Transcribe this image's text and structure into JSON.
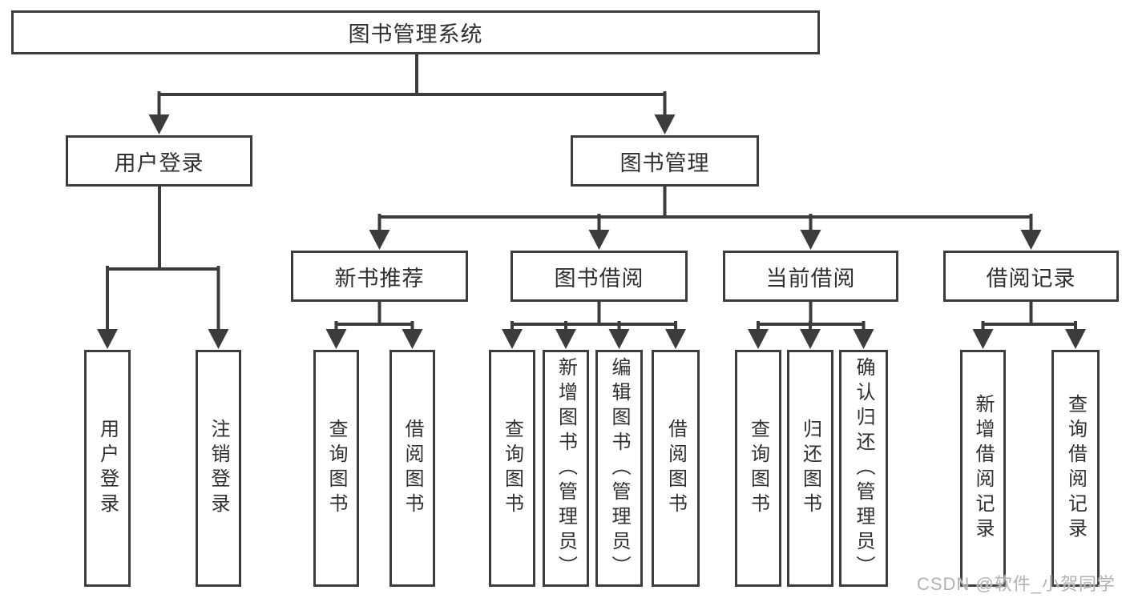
{
  "diagram": {
    "root": {
      "id": "library-management-system",
      "label": "图书管理系统"
    },
    "level2": [
      {
        "id": "user-login",
        "label": "用户登录",
        "parent": "library-management-system"
      },
      {
        "id": "book-management",
        "label": "图书管理",
        "parent": "library-management-system"
      }
    ],
    "level3": [
      {
        "id": "new-book-recommend",
        "label": "新书推荐",
        "parent": "book-management"
      },
      {
        "id": "book-borrowing",
        "label": "图书借阅",
        "parent": "book-management"
      },
      {
        "id": "current-borrowing",
        "label": "当前借阅",
        "parent": "book-management"
      },
      {
        "id": "borrowing-records",
        "label": "借阅记录",
        "parent": "book-management"
      }
    ],
    "leaves": [
      {
        "id": "user-login-leaf",
        "label": "用户登录",
        "parent": "user-login"
      },
      {
        "id": "logout",
        "label": "注销登录",
        "parent": "user-login"
      },
      {
        "id": "query-books-recommend",
        "label": "查询图书",
        "parent": "new-book-recommend"
      },
      {
        "id": "borrow-books-recommend",
        "label": "借阅图书",
        "parent": "new-book-recommend"
      },
      {
        "id": "query-books-borrowing",
        "label": "查询图书",
        "parent": "book-borrowing"
      },
      {
        "id": "add-books-admin",
        "label": "新增图书（管理员）",
        "parent": "book-borrowing"
      },
      {
        "id": "edit-books-admin",
        "label": "编辑图书（管理员）",
        "parent": "book-borrowing"
      },
      {
        "id": "borrow-books-borrowing",
        "label": "借阅图书",
        "parent": "book-borrowing"
      },
      {
        "id": "query-books-current",
        "label": "查询图书",
        "parent": "current-borrowing"
      },
      {
        "id": "return-books",
        "label": "归还图书",
        "parent": "current-borrowing"
      },
      {
        "id": "confirm-return-admin",
        "label": "确认归还（管理员）",
        "parent": "current-borrowing"
      },
      {
        "id": "add-borrow-record",
        "label": "新增借阅记录",
        "parent": "borrowing-records"
      },
      {
        "id": "query-borrow-record",
        "label": "查询借阅记录",
        "parent": "borrowing-records"
      }
    ]
  },
  "watermark": {
    "label": "CSDN @软件_小贺同学"
  },
  "colors": {
    "line": "#3c3c3c",
    "box_border": "#3c3c3c",
    "text": "#303030",
    "watermark": "#b4b1b4",
    "background": "#ffffff"
  }
}
